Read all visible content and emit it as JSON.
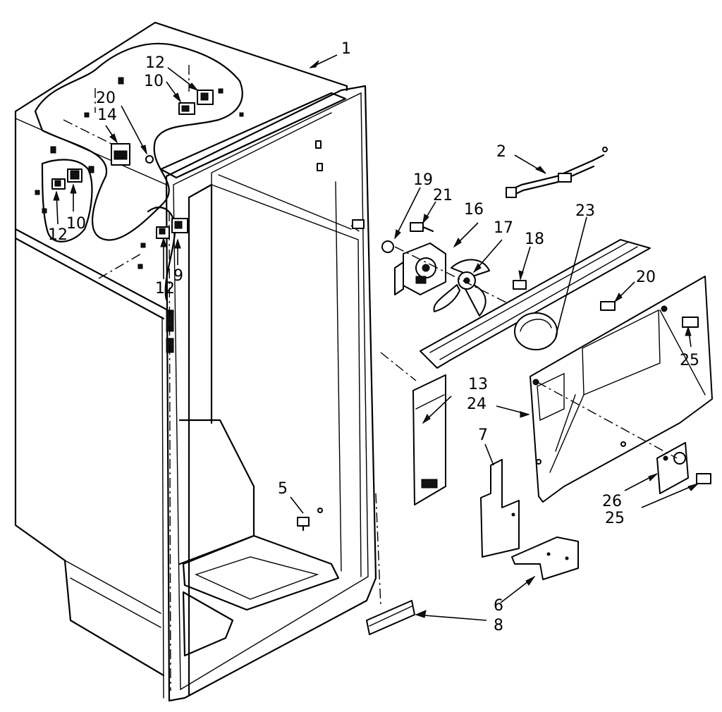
{
  "diagram": {
    "callouts": [
      {
        "id": "c1",
        "text": "1"
      },
      {
        "id": "c2",
        "text": "2"
      },
      {
        "id": "c5",
        "text": "5"
      },
      {
        "id": "c6",
        "text": "6"
      },
      {
        "id": "c7",
        "text": "7"
      },
      {
        "id": "c8",
        "text": "8"
      },
      {
        "id": "c9",
        "text": "9"
      },
      {
        "id": "c10a",
        "text": "10"
      },
      {
        "id": "c10b",
        "text": "10"
      },
      {
        "id": "c12a",
        "text": "12"
      },
      {
        "id": "c12b",
        "text": "12"
      },
      {
        "id": "c12c",
        "text": "12"
      },
      {
        "id": "c13",
        "text": "13"
      },
      {
        "id": "c14",
        "text": "14"
      },
      {
        "id": "c16",
        "text": "16"
      },
      {
        "id": "c17",
        "text": "17"
      },
      {
        "id": "c18",
        "text": "18"
      },
      {
        "id": "c19",
        "text": "19"
      },
      {
        "id": "c20a",
        "text": "20"
      },
      {
        "id": "c20b",
        "text": "20"
      },
      {
        "id": "c21",
        "text": "21"
      },
      {
        "id": "c23",
        "text": "23"
      },
      {
        "id": "c24",
        "text": "24"
      },
      {
        "id": "c25a",
        "text": "25"
      },
      {
        "id": "c25b",
        "text": "25"
      },
      {
        "id": "c26",
        "text": "26"
      }
    ]
  }
}
